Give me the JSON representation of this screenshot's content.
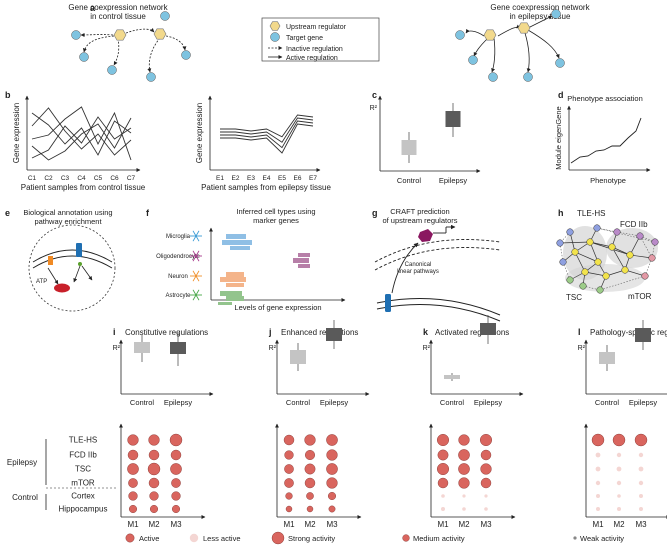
{
  "colors": {
    "regulator": "#f2d98c",
    "target": "#7ec3e0",
    "active": "#d9655e",
    "less_active": "#f4d6d3",
    "control_box": "#c4c4c4",
    "epilepsy_box": "#5a5a5a"
  },
  "panel_a": {
    "letter": "a",
    "title_left": "Gene coexpression network\nin control tissue",
    "title_right": "Gene coexpression network\nin epilepsy tissue",
    "legend": [
      "Upstream regulator",
      "Target gene",
      "Inactive regulation",
      "Active regulation"
    ]
  },
  "panel_b": {
    "letter": "b",
    "ylabel": "Gene  expression",
    "xlabel_left": "Patient samples from control tissue",
    "xlabel_right": "Patient samples from epilepsy tissue",
    "xticks_left": [
      "C1",
      "C2",
      "C3",
      "C4",
      "C5",
      "C6",
      "C7"
    ],
    "xticks_right": [
      "E1",
      "E2",
      "E3",
      "E4",
      "E5",
      "E6",
      "E7"
    ]
  },
  "panel_c": {
    "letter": "c",
    "ylabel": "R²",
    "x_labels": [
      "Control",
      "Epilepsy"
    ]
  },
  "panel_d": {
    "letter": "d",
    "title": "Phenotype association",
    "ylabel": "Module eigenGene",
    "xlabel": "Phenotype"
  },
  "panel_e": {
    "letter": "e",
    "title": "Biological annotation using\npathway enrichment",
    "label": "ATP"
  },
  "panel_f": {
    "letter": "f",
    "title": "Inferred cell types using\nmarker genes",
    "cells": [
      "Microglia",
      "Oligodendrocyte",
      "Neuron",
      "Astrocyte"
    ],
    "xlabel": "Levels of gene expression"
  },
  "panel_g": {
    "letter": "g",
    "title": "CRAFT prediction\nof upstream regulators",
    "label": "Canonical\nlinear pathways"
  },
  "panel_h": {
    "letter": "h",
    "labels": [
      "TLE-HS",
      "FCD IIb",
      "TSC",
      "mTOR"
    ]
  },
  "bottom": {
    "panels": [
      {
        "letter": "i",
        "title": "Constitutive regulations"
      },
      {
        "letter": "j",
        "title": "Enhanced regulations"
      },
      {
        "letter": "k",
        "title": "Activated regulations"
      },
      {
        "letter": "l",
        "title": "Pathology-specific regulations"
      }
    ],
    "ylabel": "R²",
    "x_labels": [
      "Control",
      "Epilepsy"
    ],
    "rows": [
      "TLE-HS",
      "FCD IIb",
      "TSC",
      "mTOR",
      "Cortex",
      "Hippocampus"
    ],
    "groups": [
      "Epilepsy",
      "Control"
    ],
    "modules": [
      "M1",
      "M2",
      "M3"
    ],
    "legend": [
      "Active",
      "Less active",
      "Strong activity",
      "Medium activity",
      "Weak activity"
    ]
  }
}
